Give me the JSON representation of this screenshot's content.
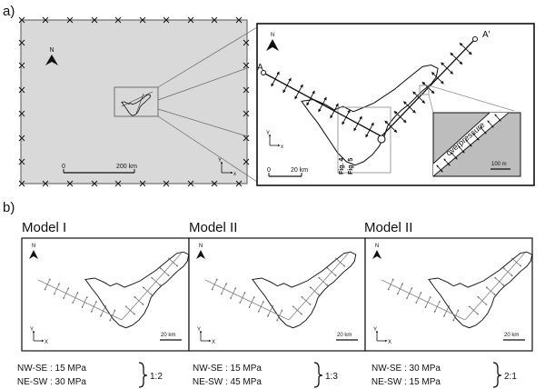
{
  "panel_a": {
    "label": "a)",
    "north": "N",
    "scalebar_zero": "0",
    "scalebar_main": "200 km",
    "inset_scale_zero": "0",
    "inset_scale": "20 km",
    "point_a": "A",
    "point_a_prime": "A'",
    "fig4": "Fig. 4",
    "fig5": "Fig. 5",
    "overpressure": "overpressure",
    "detail_scale": "100 m",
    "axis_y": "Y",
    "axis_x": "x"
  },
  "panel_b": {
    "label": "b)",
    "models": [
      {
        "title": "Model I",
        "nwse": "NW-SE : 15 MPa",
        "nesw": "NE-SW : 30 MPa",
        "ratio": "1:2",
        "scale": "20 km"
      },
      {
        "title": "Model II",
        "nwse": "NW-SE : 15 MPa",
        "nesw": "NE-SW : 45 MPa",
        "ratio": "1:3",
        "scale": "20 km"
      },
      {
        "title": "Model II",
        "nwse": "NW-SE : 30 MPa",
        "nesw": "NE-SW : 15 MPa",
        "ratio": "2:1",
        "scale": "20 km"
      }
    ],
    "north": "N",
    "axis_y": "Y",
    "axis_x": "X"
  },
  "colors": {
    "map_fill": "#d9d9d9",
    "stroke": "#111111",
    "gray_line": "#888888",
    "detail_fill": "#bdbdbd"
  }
}
